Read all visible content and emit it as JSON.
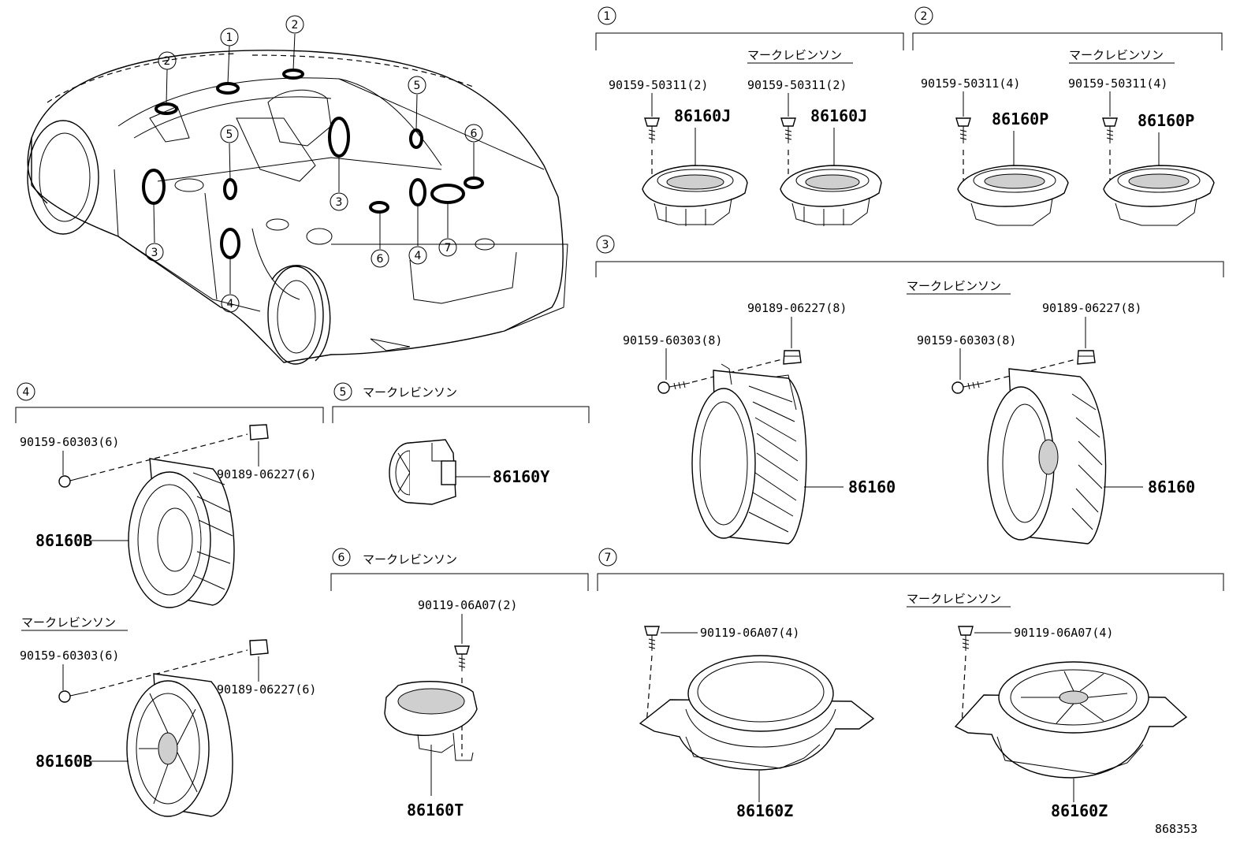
{
  "diagram_id": "868353",
  "variant_label": "マークレビンソン",
  "callouts": {
    "c1": "1",
    "c2": "2",
    "c3": "3",
    "c4": "4",
    "c5": "5",
    "c6": "6",
    "c7": "7"
  },
  "sections": {
    "s1": {
      "number": "1",
      "variant_label": "マークレビンソン",
      "screw_a": "90159-50311(2)",
      "part_a": "86160J",
      "screw_b": "90159-50311(2)",
      "part_b": "86160J"
    },
    "s2": {
      "number": "2",
      "variant_label": "マークレビンソン",
      "screw_a": "90159-50311(4)",
      "part_a": "86160P",
      "screw_b": "90159-50311(4)",
      "part_b": "86160P"
    },
    "s3": {
      "number": "3",
      "variant_label": "マークレビンソン",
      "nut_a": "90189-06227(8)",
      "screw_a": "90159-60303(8)",
      "part_a": "86160",
      "nut_b": "90189-06227(8)",
      "screw_b": "90159-60303(8)",
      "part_b": "86160"
    },
    "s4": {
      "number": "4",
      "variant_label": "マークレビンソン",
      "screw_a": "90159-60303(6)",
      "nut_a": "90189-06227(6)",
      "part_a": "86160B",
      "screw_b": "90159-60303(6)",
      "nut_b": "90189-06227(6)",
      "part_b": "86160B"
    },
    "s5": {
      "number": "5",
      "variant_label": "マークレビンソン",
      "part": "86160Y"
    },
    "s6": {
      "number": "6",
      "variant_label": "マークレビンソン",
      "screw": "90119-06A07(2)",
      "part": "86160T"
    },
    "s7": {
      "number": "7",
      "variant_label": "マークレビンソン",
      "screw_a": "90119-06A07(4)",
      "part_a": "86160Z",
      "screw_b": "90119-06A07(4)",
      "part_b": "86160Z"
    }
  }
}
